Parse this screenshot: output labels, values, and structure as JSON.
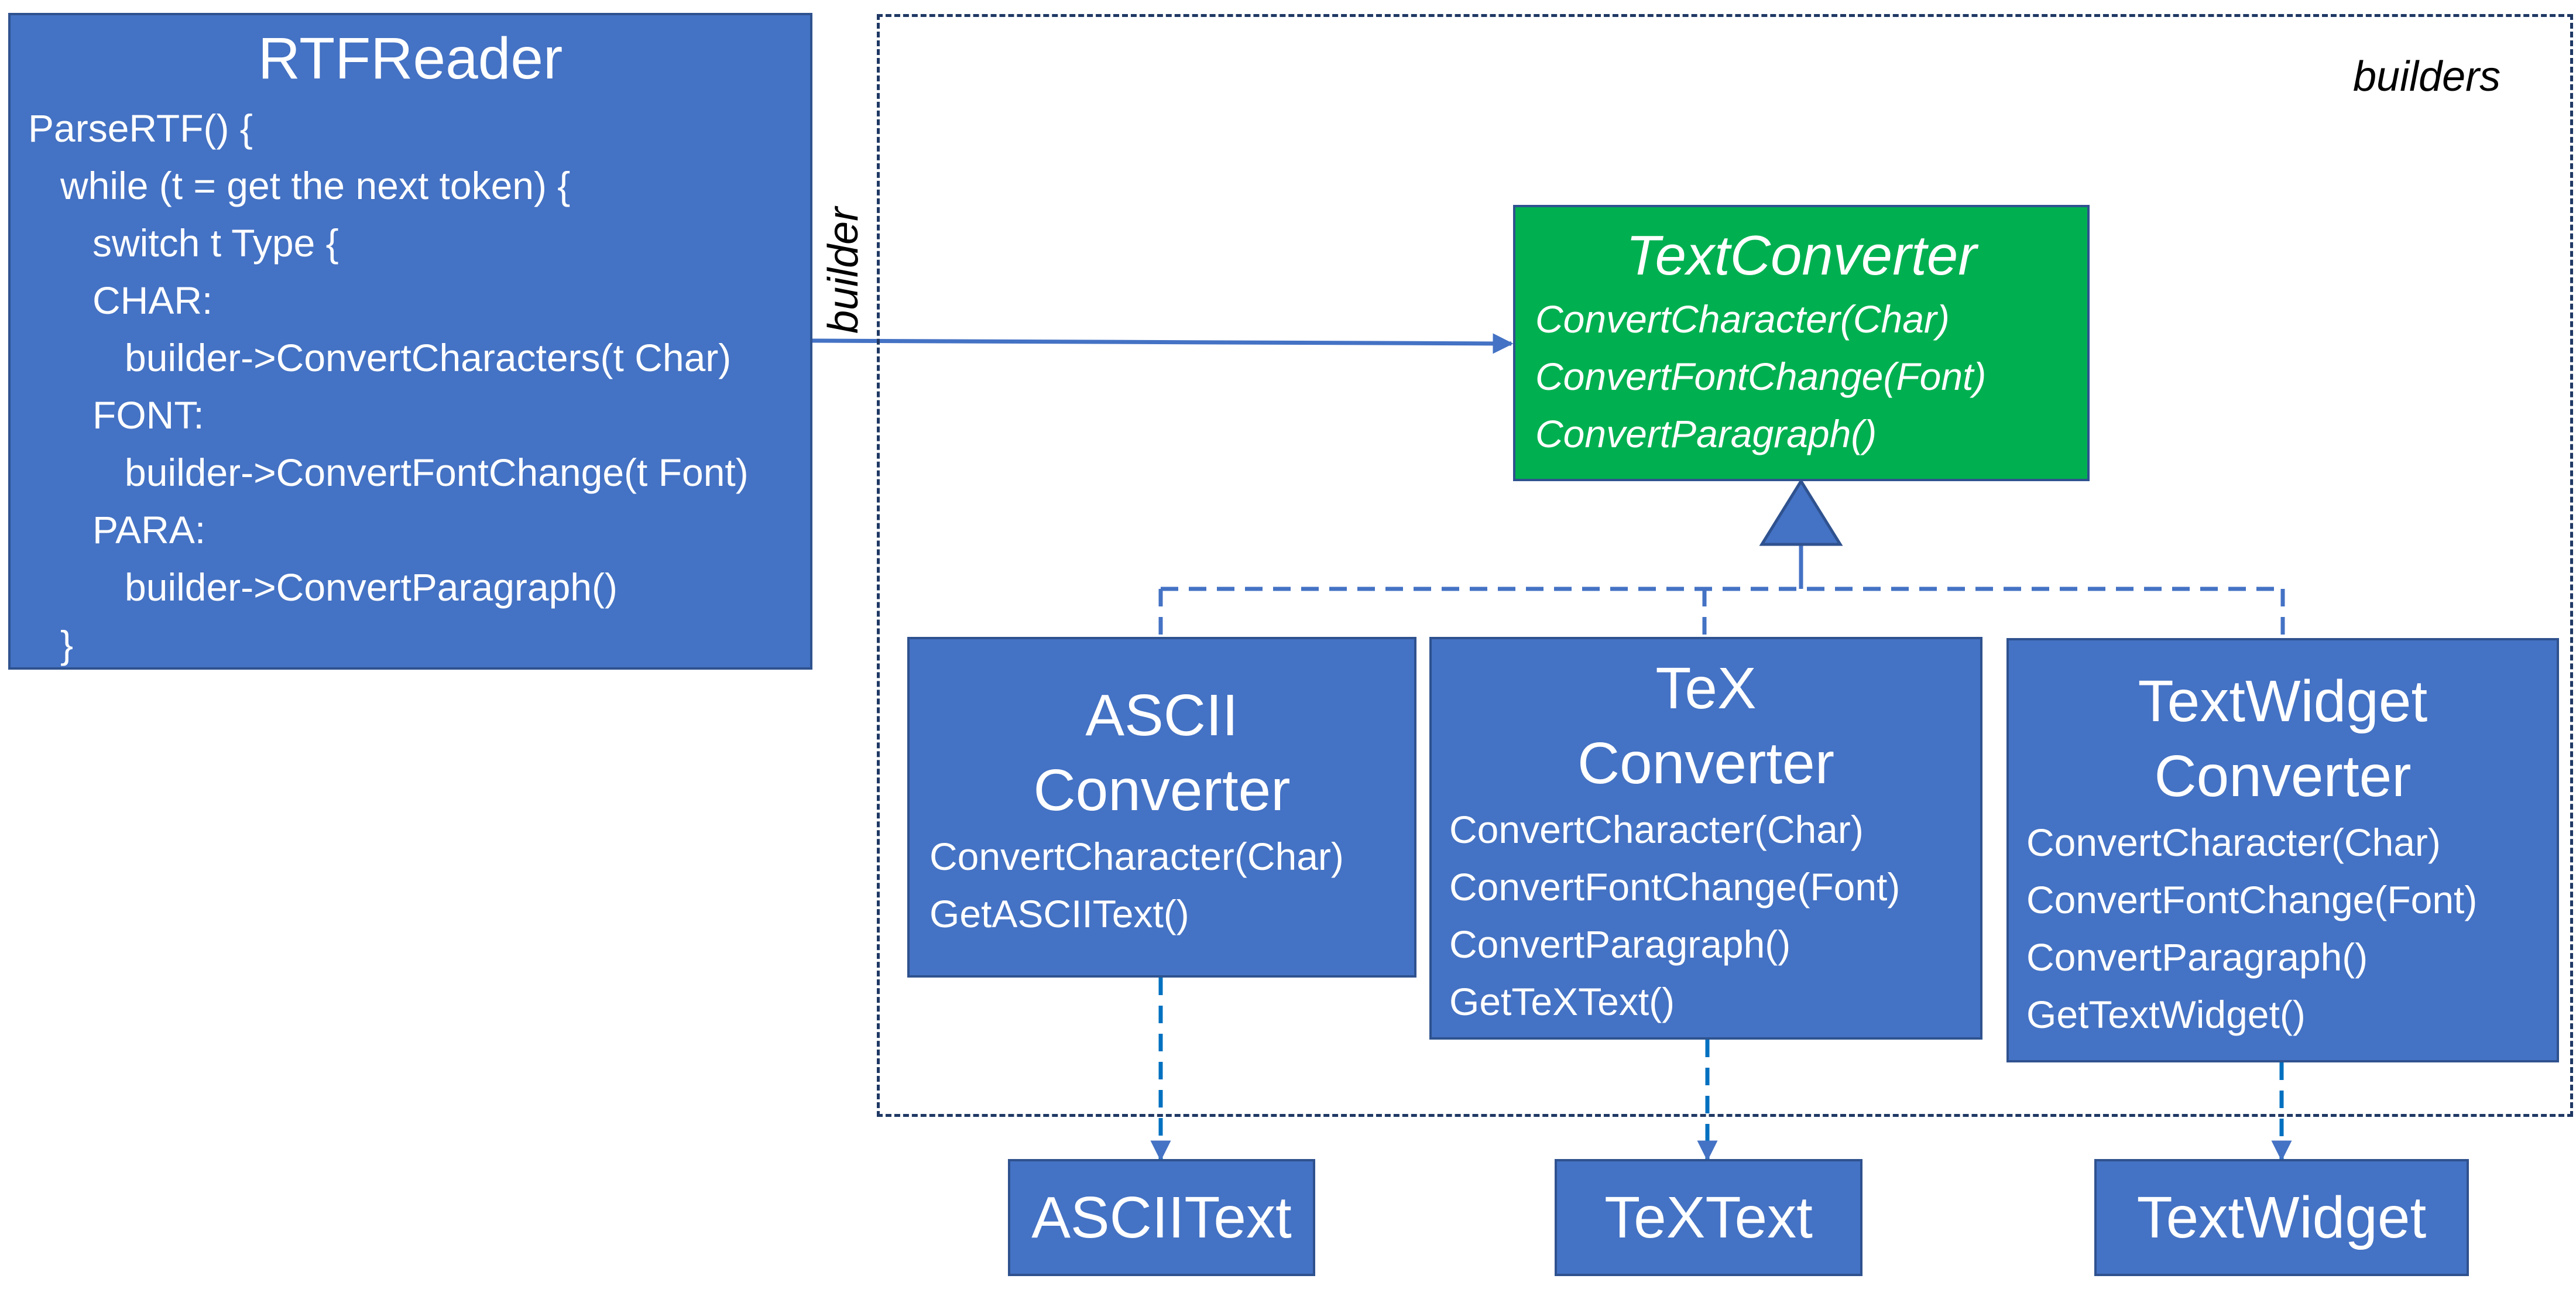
{
  "colors": {
    "class_fill": "#4472C4",
    "class_border": "#2F528F",
    "interface_fill": "#00B050",
    "connector": "#4472C4",
    "text": "#FFFFFF",
    "region_border": "#1F3864"
  },
  "rtf_reader": {
    "name": "RTFReader",
    "code_lines": [
      "ParseRTF() {",
      "   while (t = get the next token) {",
      "      switch t Type {",
      "      CHAR:",
      "         builder->ConvertCharacters(t Char)",
      "      FONT:",
      "         builder->ConvertFontChange(t Font)",
      "      PARA:",
      "         builder->ConvertParagraph()",
      "   }",
      "}"
    ]
  },
  "association_label": "builder",
  "region_label": "builders",
  "text_converter": {
    "name": "TextConverter",
    "methods": [
      "ConvertCharacter(Char)",
      "ConvertFontChange(Font)",
      "ConvertParagraph()"
    ]
  },
  "ascii_converter": {
    "name_line1": "ASCII",
    "name_line2": "Converter",
    "methods": [
      "ConvertCharacter(Char)",
      "GetASCIIText()"
    ]
  },
  "tex_converter": {
    "name_line1": "TeX",
    "name_line2": "Converter",
    "methods": [
      "ConvertCharacter(Char)",
      "ConvertFontChange(Font)",
      "ConvertParagraph()",
      "GetTeXText()"
    ]
  },
  "widget_converter": {
    "name_line1": "TextWidget",
    "name_line2": "Converter",
    "methods": [
      "ConvertCharacter(Char)",
      "ConvertFontChange(Font)",
      "ConvertParagraph()",
      "GetTextWidget()"
    ]
  },
  "products": {
    "ascii_text": "ASCIIText",
    "tex_text": "TeXText",
    "text_widget": "TextWidget"
  }
}
